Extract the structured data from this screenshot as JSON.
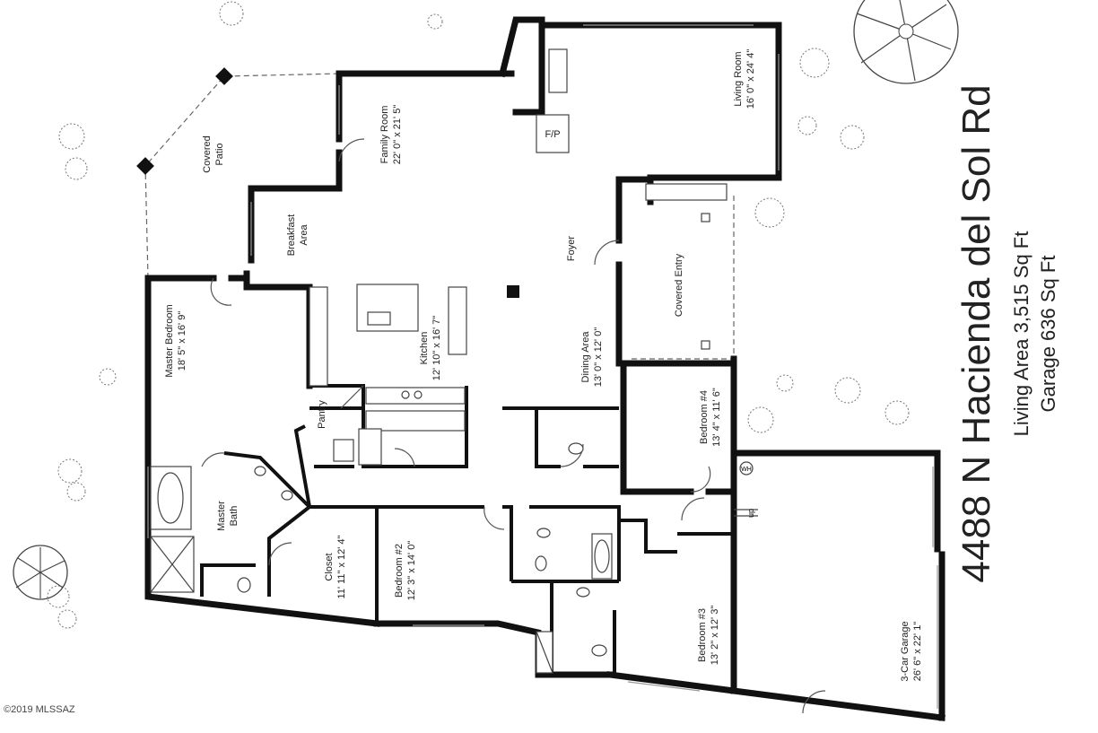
{
  "title": {
    "address": "4488 N Hacienda del Sol Rd",
    "living_area": "Living Area 3,515 Sq Ft",
    "garage_area": "Garage 636 Sq Ft"
  },
  "copyright": "©2019 MLSSAZ",
  "rooms": {
    "living_room": {
      "name": "Living Room",
      "dims": "16' 0\" x 24' 4\""
    },
    "family_room": {
      "name": "Family Room",
      "dims": "22' 0\" x 21' 5\""
    },
    "covered_patio": {
      "line1": "Covered",
      "line2": "Patio"
    },
    "breakfast": {
      "line1": "Breakfast",
      "line2": "Area"
    },
    "foyer": {
      "name": "Foyer"
    },
    "covered_entry": {
      "name": "Covered Entry"
    },
    "kitchen": {
      "name": "Kitchen",
      "dims": "12' 10\" x 16' 7\""
    },
    "dining": {
      "name": "Dining Area",
      "dims": "13' 0\" x 12' 0\""
    },
    "master_bedroom": {
      "name": "Master Bedroom",
      "dims": "18' 5\" x 16' 9\""
    },
    "pantry": {
      "name": "Pantry"
    },
    "bedroom4": {
      "name": "Bedroom #4",
      "dims": "13' 4\" x 11' 6\""
    },
    "master_bath": {
      "line1": "Master",
      "line2": "Bath"
    },
    "closet": {
      "name": "Closet",
      "dims": "11' 11\" x 12' 4\""
    },
    "bedroom2": {
      "name": "Bedroom #2",
      "dims": "12' 3\" x 14' 0\""
    },
    "bedroom3": {
      "name": "Bedroom #3",
      "dims": "13' 2\" x 12' 3\""
    },
    "garage": {
      "name": "3-Car Garage",
      "dims": "26' 6\" x 22' 1\""
    }
  },
  "symbols": {
    "fireplace": "F/P",
    "water_heater": "WH",
    "stairs": "up"
  }
}
